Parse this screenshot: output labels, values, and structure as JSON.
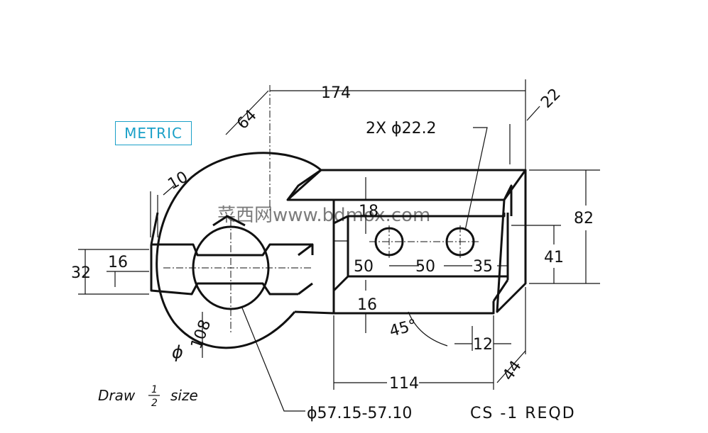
{
  "metric_label": "METRIC",
  "dimensions": {
    "d174": "174",
    "d64": "64",
    "d22": "22",
    "d10": "10",
    "d82": "82",
    "d41": "41",
    "d16a": "16",
    "d32": "32",
    "d18": "18",
    "d50a": "50",
    "d50b": "50",
    "d35": "35",
    "d16b": "16",
    "d12": "12",
    "d114": "114",
    "d44": "44",
    "d108": "108",
    "angle": "45°"
  },
  "holes_callout": "2X ϕ22.2",
  "bore_callout": "ϕ57.15-57.10",
  "material_note": "CS -1 REQD",
  "scale_note": {
    "prefix": "Draw",
    "numerator": "1",
    "denominator": "2",
    "suffix": "size"
  },
  "watermark": "菜西网www.bdmox.com",
  "colors": {
    "accent": "#1aa0c8",
    "ink": "#111111"
  }
}
